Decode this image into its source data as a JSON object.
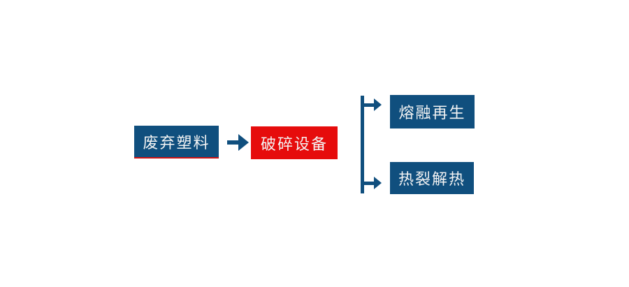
{
  "diagram": {
    "title": "waste-plastic-recycling-flowchart",
    "nodes": {
      "source": {
        "label": "废弃塑料",
        "color": "#104f7e",
        "underline_color": "#cf1414"
      },
      "process": {
        "label": "破碎设备",
        "color": "#e60c0c"
      },
      "branch_top": {
        "label": "熔融再生",
        "color": "#104f7e"
      },
      "branch_bottom": {
        "label": "热裂解热",
        "color": "#104f7e"
      }
    },
    "edges": [
      {
        "from": "source",
        "to": "process",
        "style": "arrow-right"
      },
      {
        "from": "process",
        "to": "branch_top",
        "style": "branch-arrow-right"
      },
      {
        "from": "process",
        "to": "branch_bottom",
        "style": "branch-arrow-right"
      }
    ],
    "icons": {
      "flow_arrow": "arrow-right-icon",
      "branch_connector": "vertical-line-with-two-right-arrows"
    },
    "colors": {
      "node_blue": "#104f7e",
      "node_red": "#e60c0c",
      "arrow_blue": "#104f7e",
      "underline_red": "#cf1414",
      "text": "#f4f4f4",
      "background": "#ffffff"
    }
  }
}
